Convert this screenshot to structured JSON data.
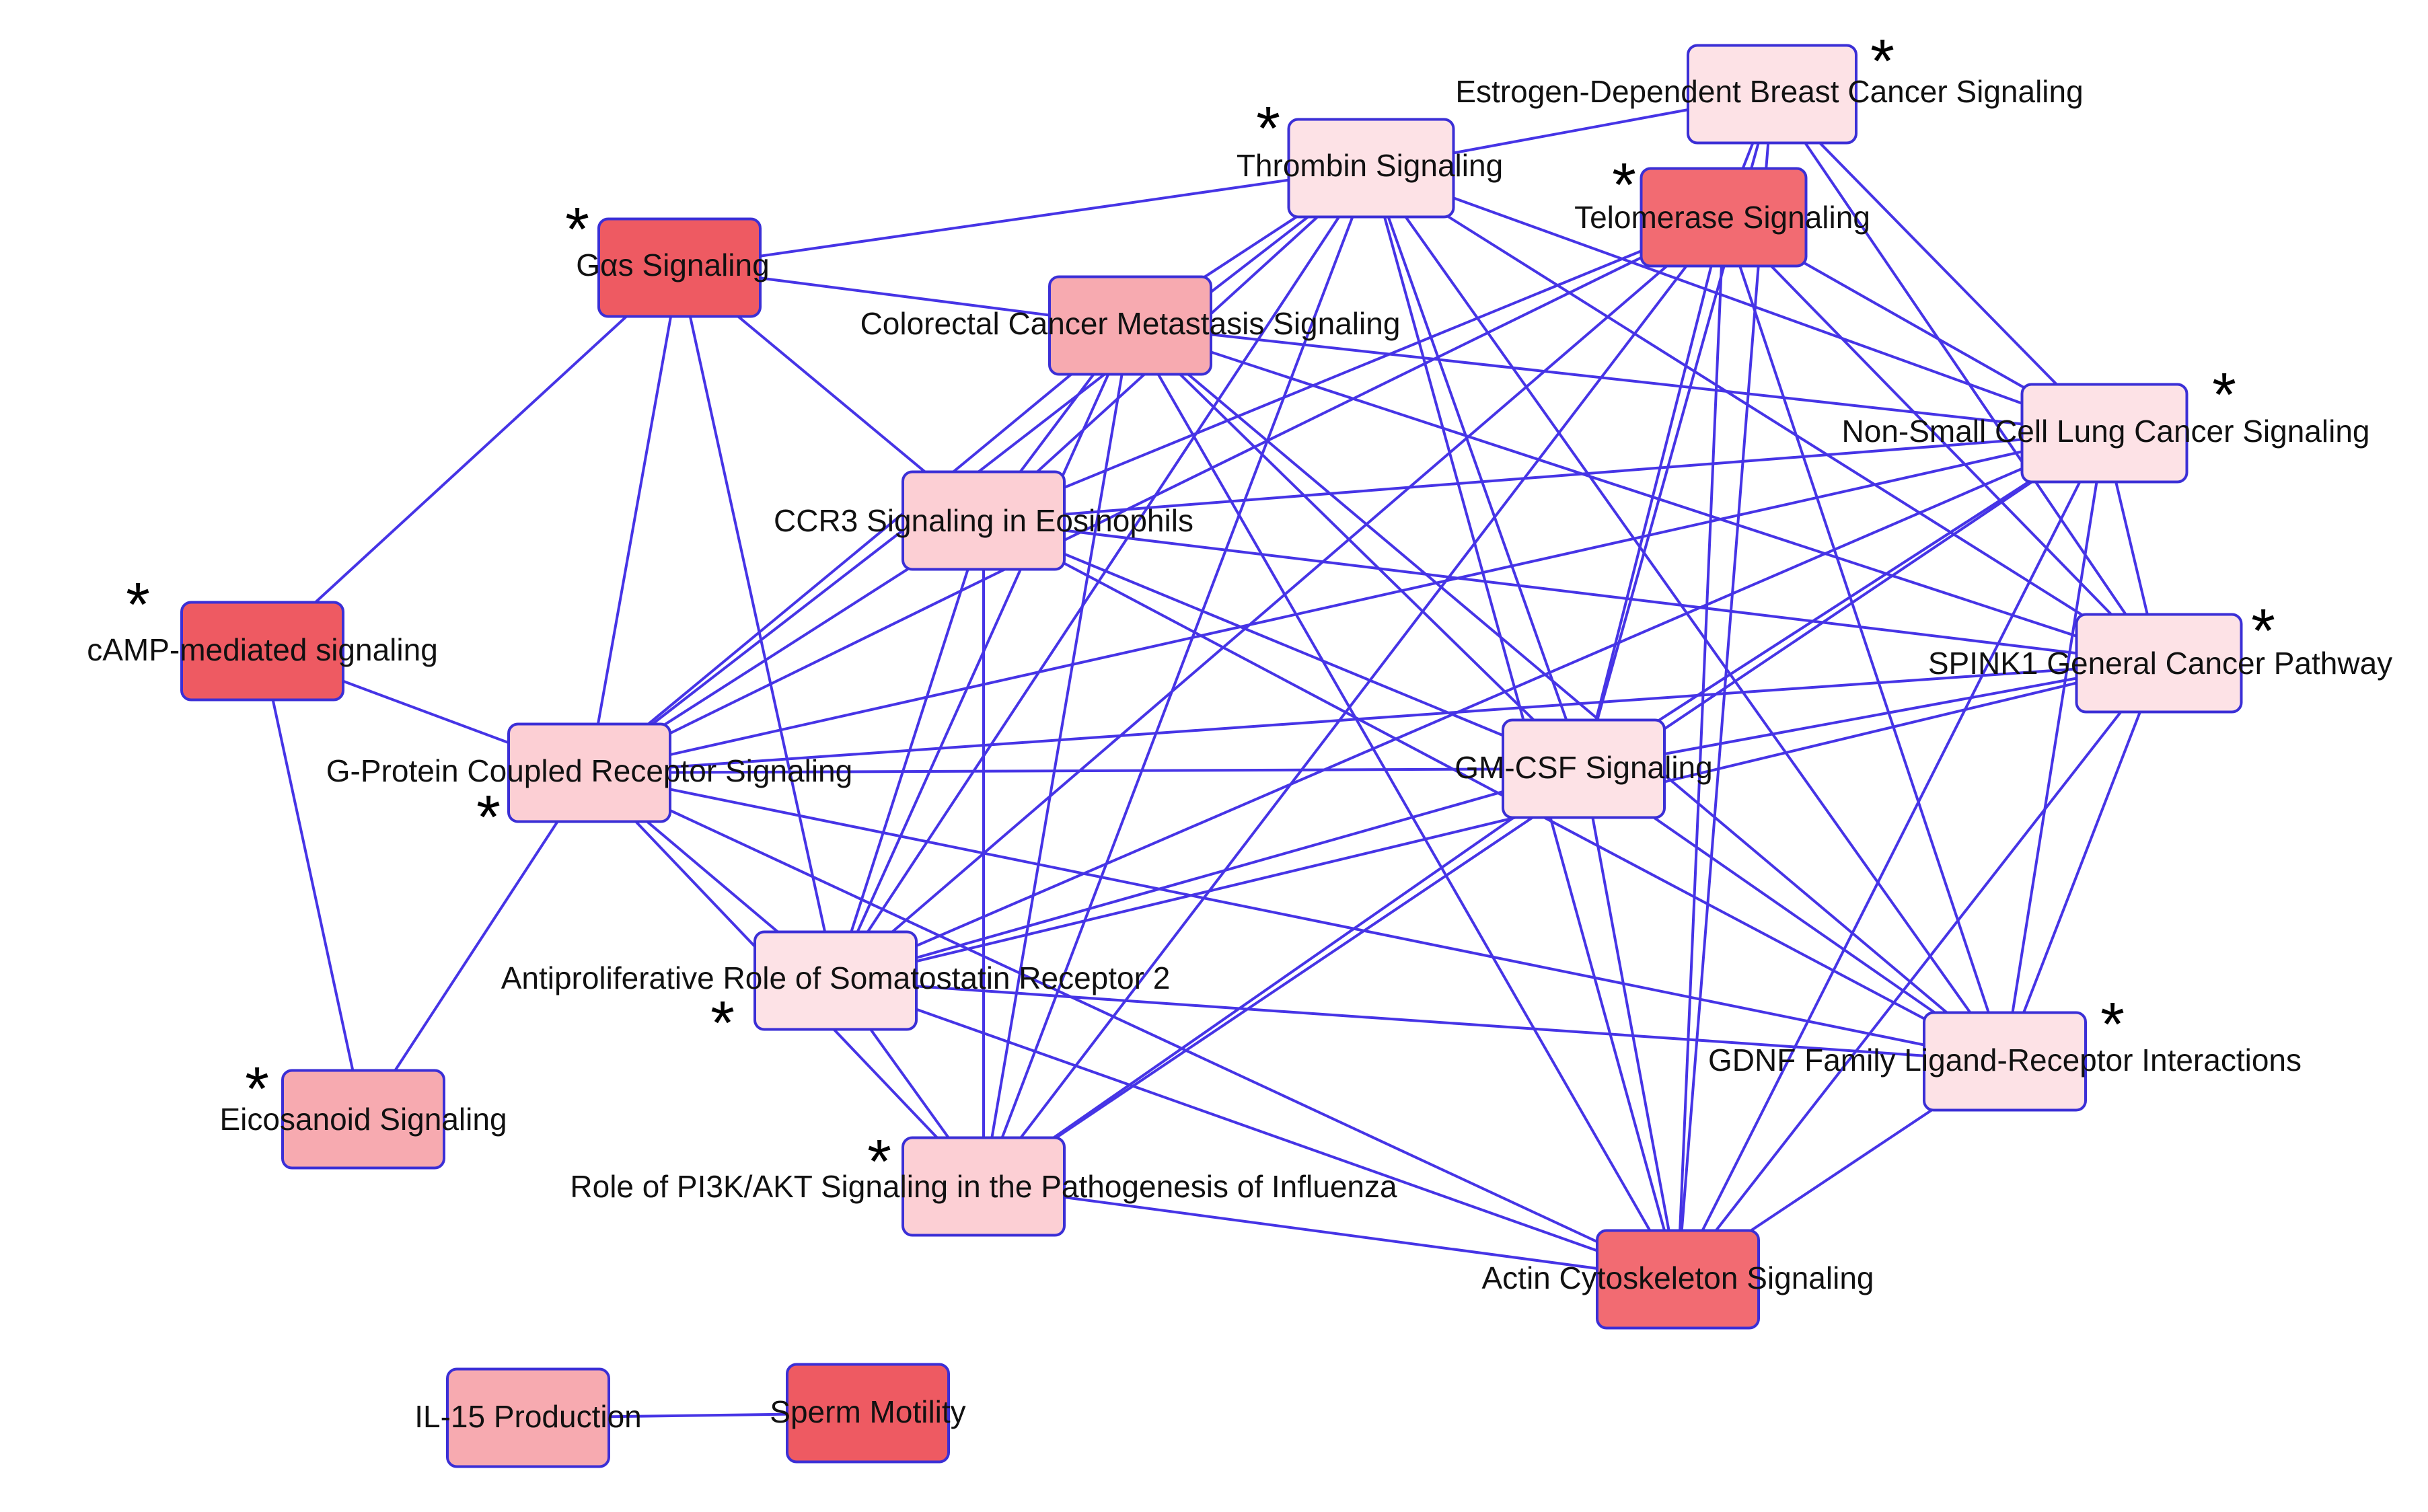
{
  "colors": {
    "edge": "#4634e6",
    "border": "#3b2fd6",
    "very_light": "#fde2e6",
    "light": "#fccfd4",
    "medium": "#f7aab0",
    "dark": "#f26b72",
    "darkest": "#ee5a62"
  },
  "nodes": [
    {
      "id": "estrogen",
      "label": "Estrogen-Dependent Breast Cancer Signaling",
      "star": true,
      "shade": "very_light"
    },
    {
      "id": "thrombin",
      "label": "Thrombin Signaling",
      "star": true,
      "shade": "very_light"
    },
    {
      "id": "telomerase",
      "label": "Telomerase Signaling",
      "star": true,
      "shade": "dark"
    },
    {
      "id": "gas",
      "label": "Gαs Signaling",
      "star": true,
      "shade": "darkest"
    },
    {
      "id": "colorectal",
      "label": "Colorectal Cancer Metastasis Signaling",
      "star": false,
      "shade": "medium"
    },
    {
      "id": "nsclc",
      "label": "Non-Small Cell Lung Cancer Signaling",
      "star": true,
      "shade": "very_light"
    },
    {
      "id": "ccr3",
      "label": "CCR3 Signaling in Eosinophils",
      "star": false,
      "shade": "light"
    },
    {
      "id": "camp",
      "label": "cAMP-mediated signaling",
      "star": true,
      "shade": "darkest"
    },
    {
      "id": "spink1",
      "label": "SPINK1 General Cancer Pathway",
      "star": true,
      "shade": "very_light"
    },
    {
      "id": "gpcr",
      "label": "G-Protein Coupled Receptor Signaling",
      "star": true,
      "shade": "light"
    },
    {
      "id": "gmcsf",
      "label": "GM-CSF Signaling",
      "star": false,
      "shade": "very_light"
    },
    {
      "id": "antiprolif",
      "label": "Antiproliferative Role of Somatostatin Receptor 2",
      "star": true,
      "shade": "very_light"
    },
    {
      "id": "gdnf",
      "label": "GDNF Family Ligand-Receptor Interactions",
      "star": true,
      "shade": "very_light"
    },
    {
      "id": "eicosanoid",
      "label": "Eicosanoid Signaling",
      "star": true,
      "shade": "medium"
    },
    {
      "id": "pi3k",
      "label": "Role of PI3K/AKT Signaling in the Pathogenesis of Influenza",
      "star": true,
      "shade": "light"
    },
    {
      "id": "actin",
      "label": "Actin Cytoskeleton Signaling",
      "star": false,
      "shade": "dark"
    },
    {
      "id": "il15",
      "label": "IL-15 Production",
      "star": false,
      "shade": "medium"
    },
    {
      "id": "sperm",
      "label": "Sperm Motility",
      "star": false,
      "shade": "darkest"
    }
  ],
  "edges": [
    [
      "gas",
      "camp"
    ],
    [
      "gas",
      "gpcr"
    ],
    [
      "gas",
      "ccr3"
    ],
    [
      "gas",
      "antiprolif"
    ],
    [
      "gas",
      "thrombin"
    ],
    [
      "gas",
      "colorectal"
    ],
    [
      "camp",
      "gpcr"
    ],
    [
      "camp",
      "eicosanoid"
    ],
    [
      "gpcr",
      "eicosanoid"
    ],
    [
      "gpcr",
      "colorectal"
    ],
    [
      "gpcr",
      "thrombin"
    ],
    [
      "gpcr",
      "telomerase"
    ],
    [
      "gpcr",
      "nsclc"
    ],
    [
      "gpcr",
      "spink1"
    ],
    [
      "gpcr",
      "gmcsf"
    ],
    [
      "gpcr",
      "gdnf"
    ],
    [
      "gpcr",
      "actin"
    ],
    [
      "gpcr",
      "pi3k"
    ],
    [
      "gpcr",
      "antiprolif"
    ],
    [
      "gpcr",
      "ccr3"
    ],
    [
      "ccr3",
      "thrombin"
    ],
    [
      "ccr3",
      "telomerase"
    ],
    [
      "ccr3",
      "colorectal"
    ],
    [
      "ccr3",
      "nsclc"
    ],
    [
      "ccr3",
      "spink1"
    ],
    [
      "ccr3",
      "gmcsf"
    ],
    [
      "ccr3",
      "pi3k"
    ],
    [
      "ccr3",
      "antiprolif"
    ],
    [
      "ccr3",
      "gdnf"
    ],
    [
      "colorectal",
      "thrombin"
    ],
    [
      "colorectal",
      "antiprolif"
    ],
    [
      "colorectal",
      "pi3k"
    ],
    [
      "colorectal",
      "gmcsf"
    ],
    [
      "colorectal",
      "spink1"
    ],
    [
      "colorectal",
      "nsclc"
    ],
    [
      "colorectal",
      "actin"
    ],
    [
      "colorectal",
      "gdnf"
    ],
    [
      "thrombin",
      "estrogen"
    ],
    [
      "thrombin",
      "antiprolif"
    ],
    [
      "thrombin",
      "pi3k"
    ],
    [
      "thrombin",
      "gmcsf"
    ],
    [
      "thrombin",
      "nsclc"
    ],
    [
      "thrombin",
      "spink1"
    ],
    [
      "thrombin",
      "gdnf"
    ],
    [
      "thrombin",
      "actin"
    ],
    [
      "telomerase",
      "estrogen"
    ],
    [
      "telomerase",
      "antiprolif"
    ],
    [
      "telomerase",
      "pi3k"
    ],
    [
      "telomerase",
      "gmcsf"
    ],
    [
      "telomerase",
      "actin"
    ],
    [
      "telomerase",
      "nsclc"
    ],
    [
      "telomerase",
      "spink1"
    ],
    [
      "telomerase",
      "gdnf"
    ],
    [
      "estrogen",
      "nsclc"
    ],
    [
      "estrogen",
      "spink1"
    ],
    [
      "estrogen",
      "gmcsf"
    ],
    [
      "estrogen",
      "actin"
    ],
    [
      "nsclc",
      "spink1"
    ],
    [
      "nsclc",
      "gmcsf"
    ],
    [
      "nsclc",
      "antiprolif"
    ],
    [
      "nsclc",
      "pi3k"
    ],
    [
      "nsclc",
      "gdnf"
    ],
    [
      "nsclc",
      "actin"
    ],
    [
      "spink1",
      "gmcsf"
    ],
    [
      "spink1",
      "antiprolif"
    ],
    [
      "spink1",
      "gdnf"
    ],
    [
      "spink1",
      "actin"
    ],
    [
      "gmcsf",
      "antiprolif"
    ],
    [
      "gmcsf",
      "pi3k"
    ],
    [
      "gmcsf",
      "actin"
    ],
    [
      "gmcsf",
      "gdnf"
    ],
    [
      "antiprolif",
      "pi3k"
    ],
    [
      "antiprolif",
      "gdnf"
    ],
    [
      "antiprolif",
      "actin"
    ],
    [
      "pi3k",
      "actin"
    ],
    [
      "gdnf",
      "actin"
    ],
    [
      "il15",
      "sperm"
    ]
  ]
}
